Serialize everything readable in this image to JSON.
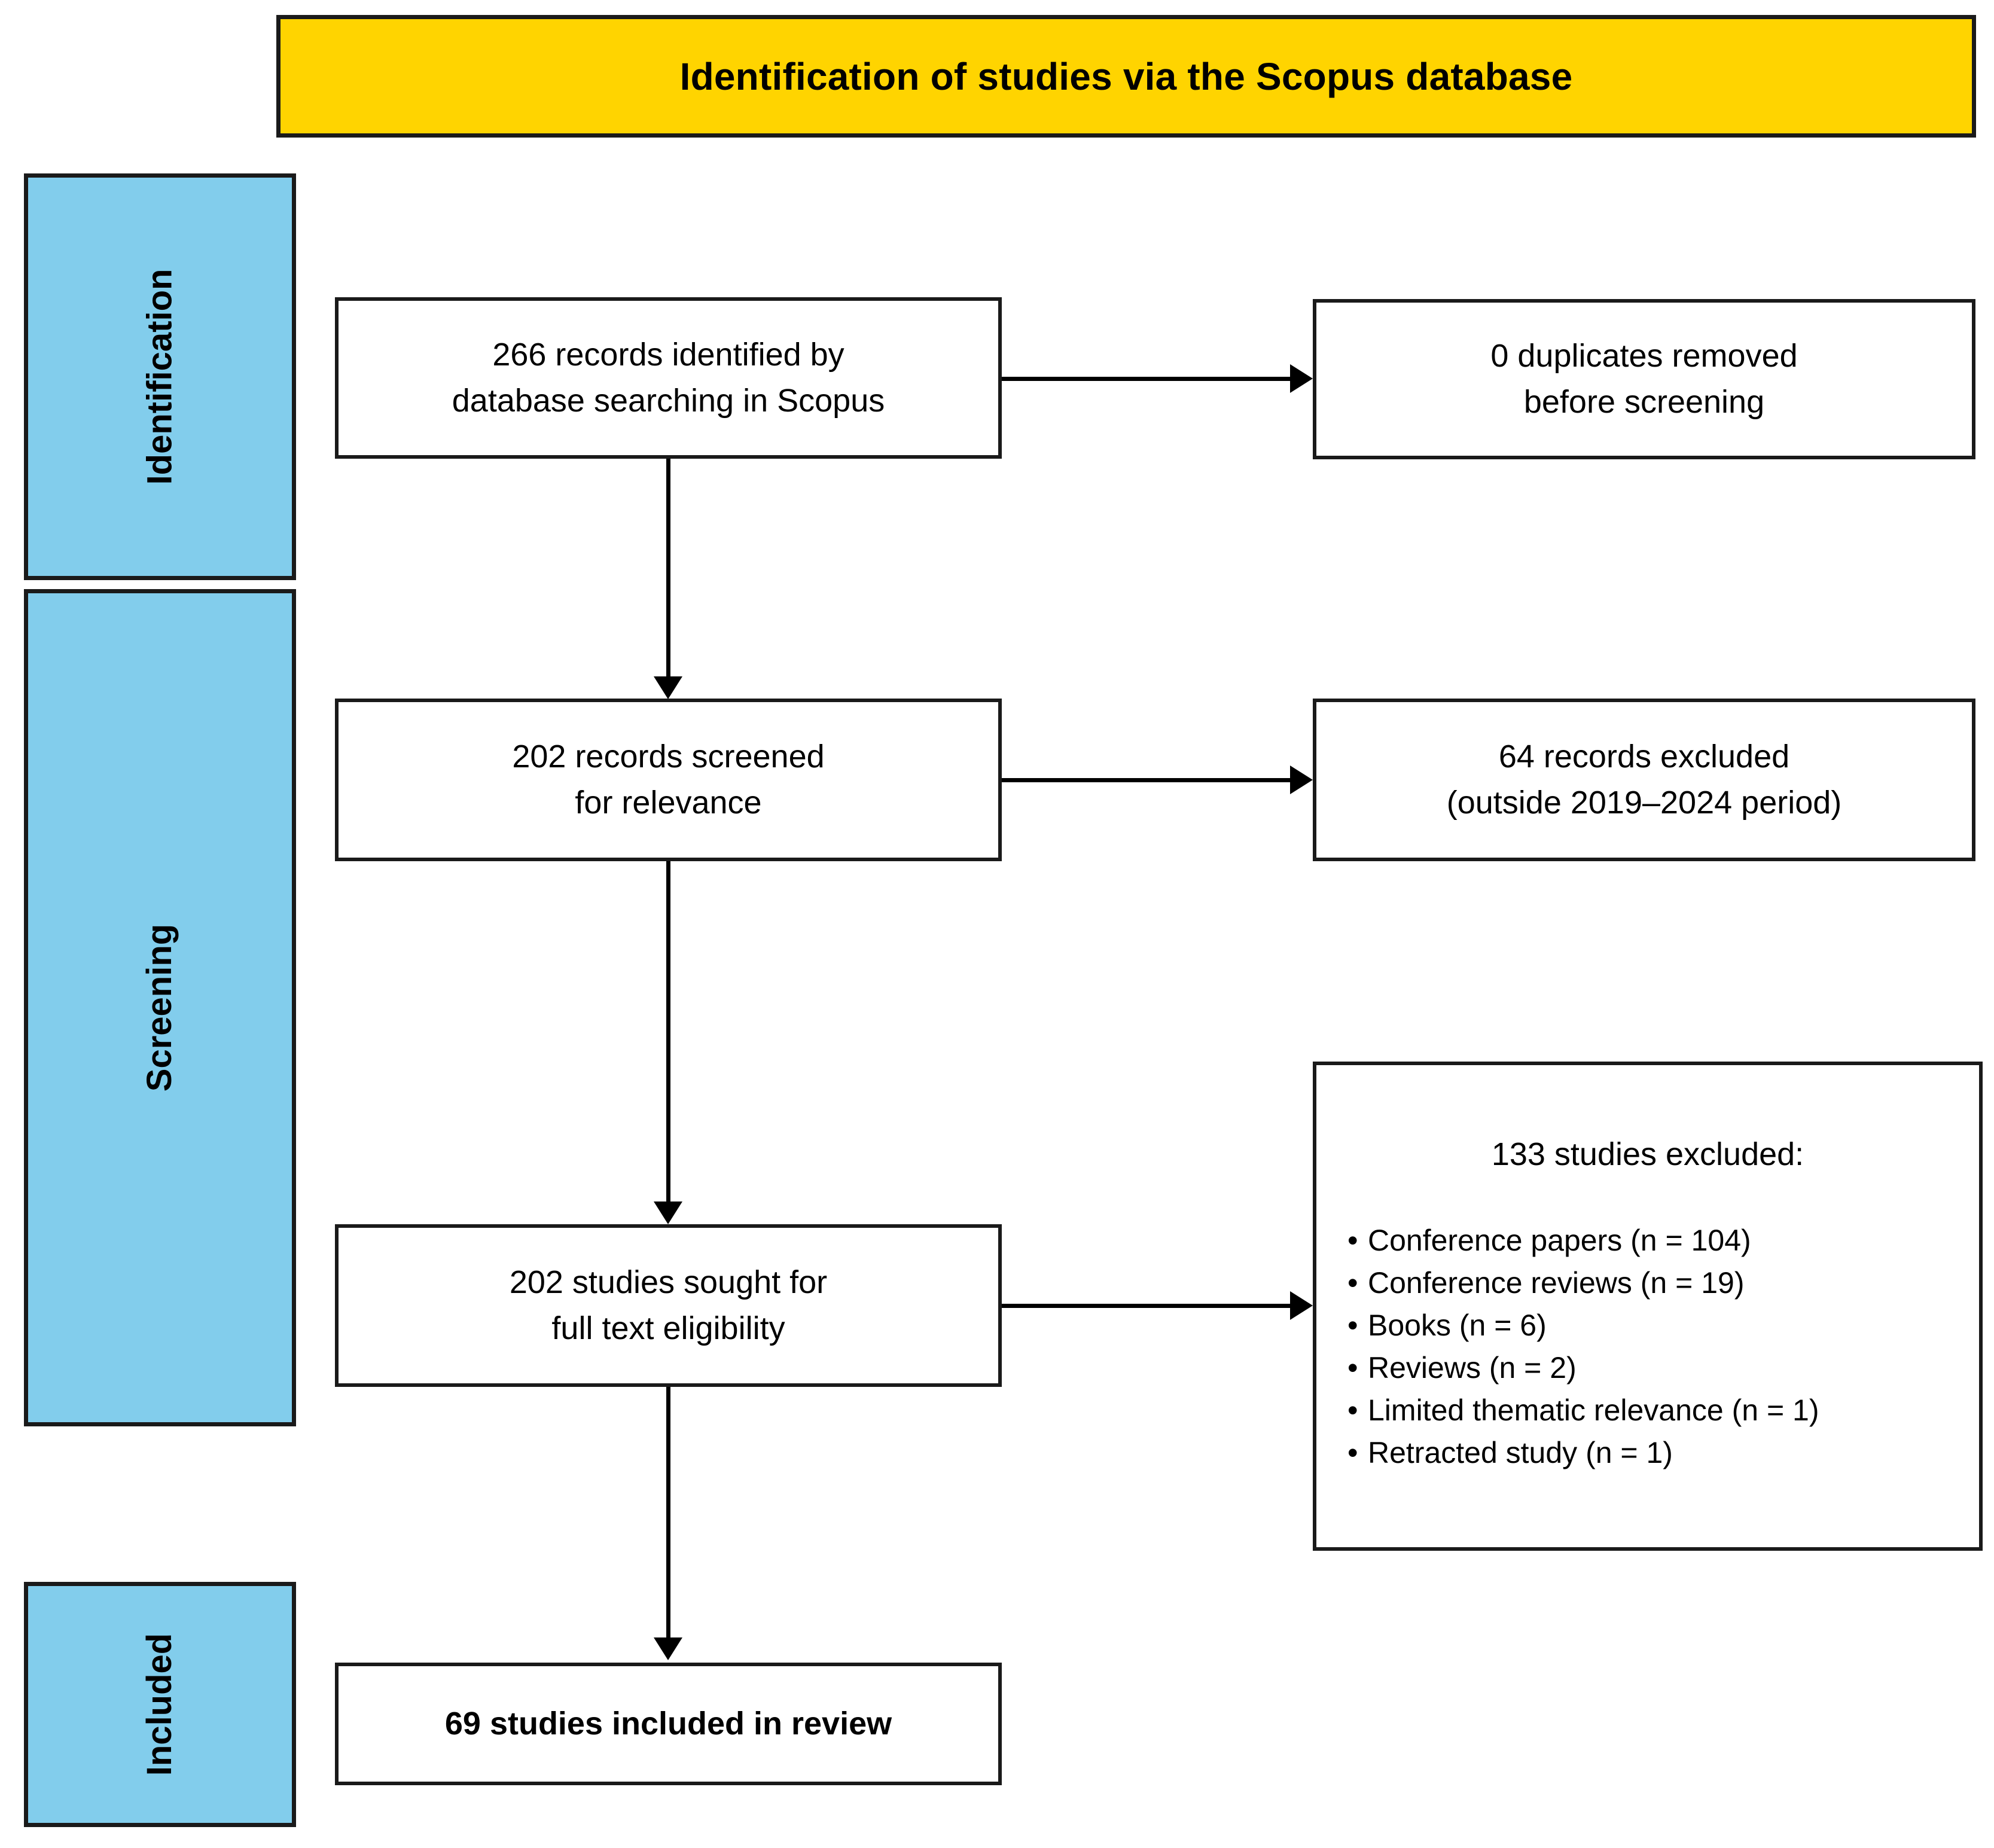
{
  "banner": {
    "title": "Identification of studies via the Scopus database"
  },
  "stages": [
    {
      "label": "Identification"
    },
    {
      "label": "Screening"
    },
    {
      "label": "Included"
    }
  ],
  "flow": {
    "identified": {
      "line1": "266 records identified by",
      "line2": "database searching in Scopus"
    },
    "duplicates": {
      "line1": "0 duplicates removed",
      "line2": "before screening"
    },
    "screened": {
      "line1": "202 records screened",
      "line2": "for relevance"
    },
    "records_excluded": {
      "line1": "64 records excluded",
      "line2": "(outside 2019–2024 period)"
    },
    "sought": {
      "line1": "202 studies sought for",
      "line2": "full text eligibility"
    },
    "studies_excluded": {
      "title": "133 studies excluded:",
      "items": [
        "Conference papers (n = 104)",
        "Conference reviews (n = 19)",
        "Books (n = 6)",
        "Reviews (n = 2)",
        "Limited thematic relevance (n = 1)",
        "Retracted study (n = 1)"
      ]
    },
    "included": {
      "line1": "69 studies included in review"
    }
  },
  "colors": {
    "banner_fill": "#FFD400",
    "stage_fill": "#82CDEC",
    "stroke": "#1a1a1a",
    "page_background": "#FFFFFF"
  }
}
